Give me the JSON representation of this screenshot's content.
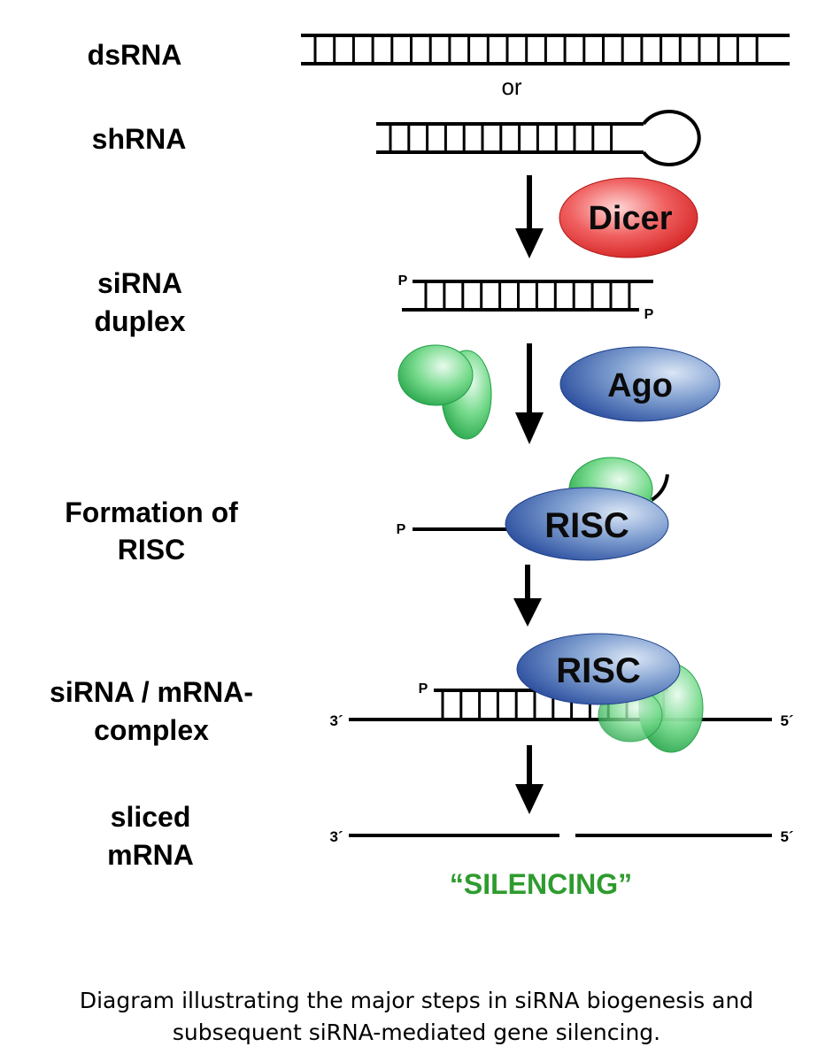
{
  "stages": {
    "dsrna": "dsRNA",
    "or": "or",
    "shrna": "shRNA",
    "sirna_duplex_1": "siRNA",
    "sirna_duplex_2": "duplex",
    "formation_1": "Formation of",
    "formation_2": "RISC",
    "complex_1": "siRNA / mRNA-",
    "complex_2": "complex",
    "sliced_1": "sliced",
    "sliced_2": "mRNA"
  },
  "enzymes": {
    "dicer": "Dicer",
    "ago": "Ago",
    "risc": "RISC"
  },
  "markers": {
    "phosphate": "P",
    "three_prime": "3´",
    "five_prime": "5´"
  },
  "result": "“SILENCING”",
  "caption": {
    "line1": "Diagram illustrating the major steps in siRNA biogenesis and",
    "line2": "subsequent siRNA-mediated gene silencing."
  },
  "colors": {
    "dicer": "#e02828",
    "ago": "#2c4f9e",
    "risc": "#2c4f9e",
    "protein_green": "#2fbf55",
    "silencing_text": "#2e9b2e"
  }
}
